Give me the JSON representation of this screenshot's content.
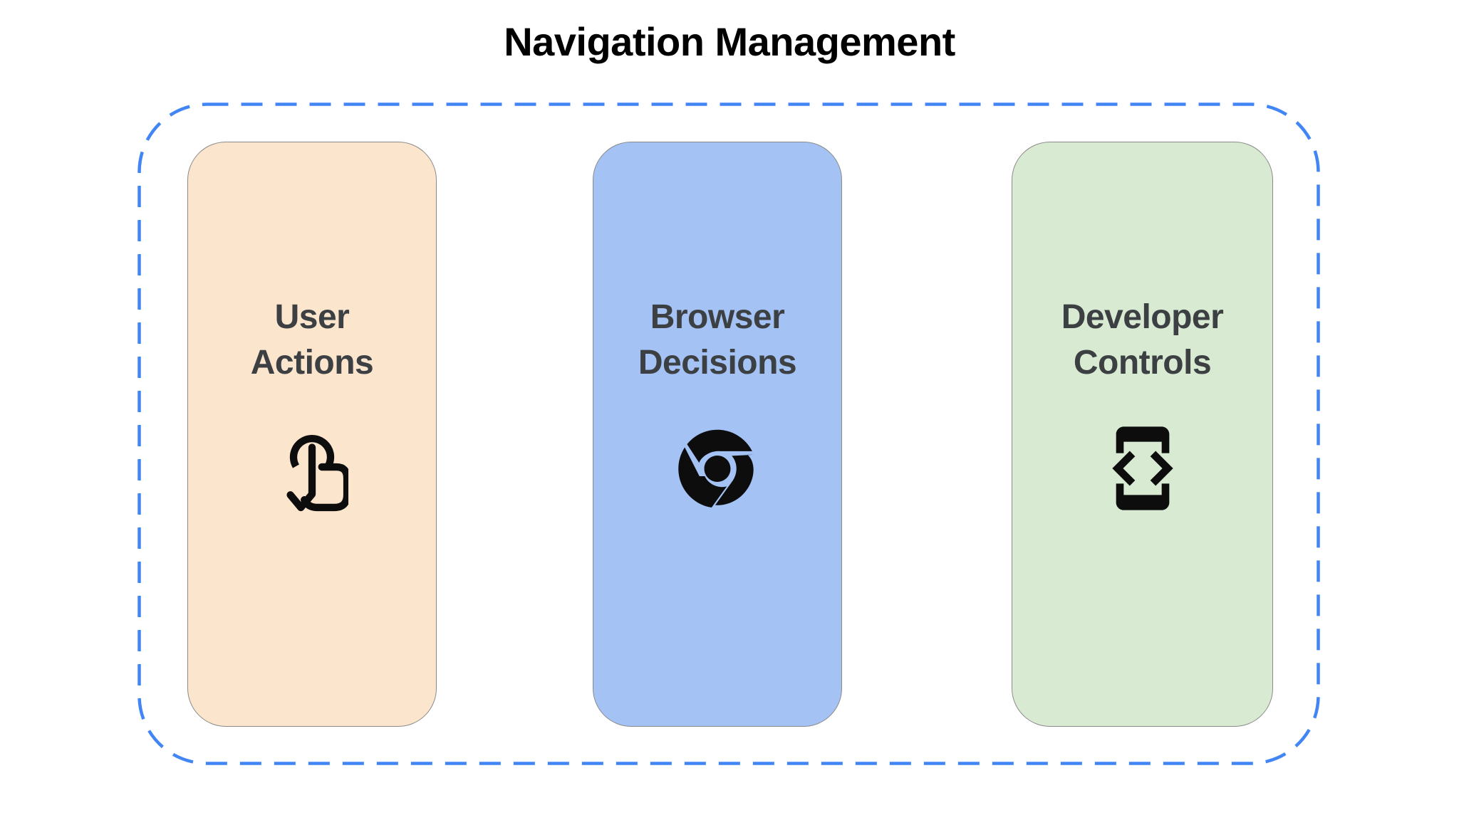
{
  "title": "Navigation Management",
  "frame": {
    "border_style": "dashed",
    "border_color": "#4285f4"
  },
  "cards": [
    {
      "id": "user-actions",
      "line1": "User",
      "line2": "Actions",
      "bg": "#fce5cd",
      "icon": "touch-gesture-icon"
    },
    {
      "id": "browser-decisions",
      "line1": "Browser",
      "line2": "Decisions",
      "bg": "#a4c2f4",
      "icon": "chrome-icon"
    },
    {
      "id": "developer-controls",
      "line1": "Developer",
      "line2": "Controls",
      "bg": "#d9ead3",
      "icon": "developer-mode-icon"
    }
  ],
  "colors": {
    "background": "#ffffff",
    "title_text": "#000000",
    "card_text": "#3c4043",
    "card_border": "#8a8a8a",
    "icon": "#0d0d0d",
    "frame_border": "#4285f4"
  }
}
